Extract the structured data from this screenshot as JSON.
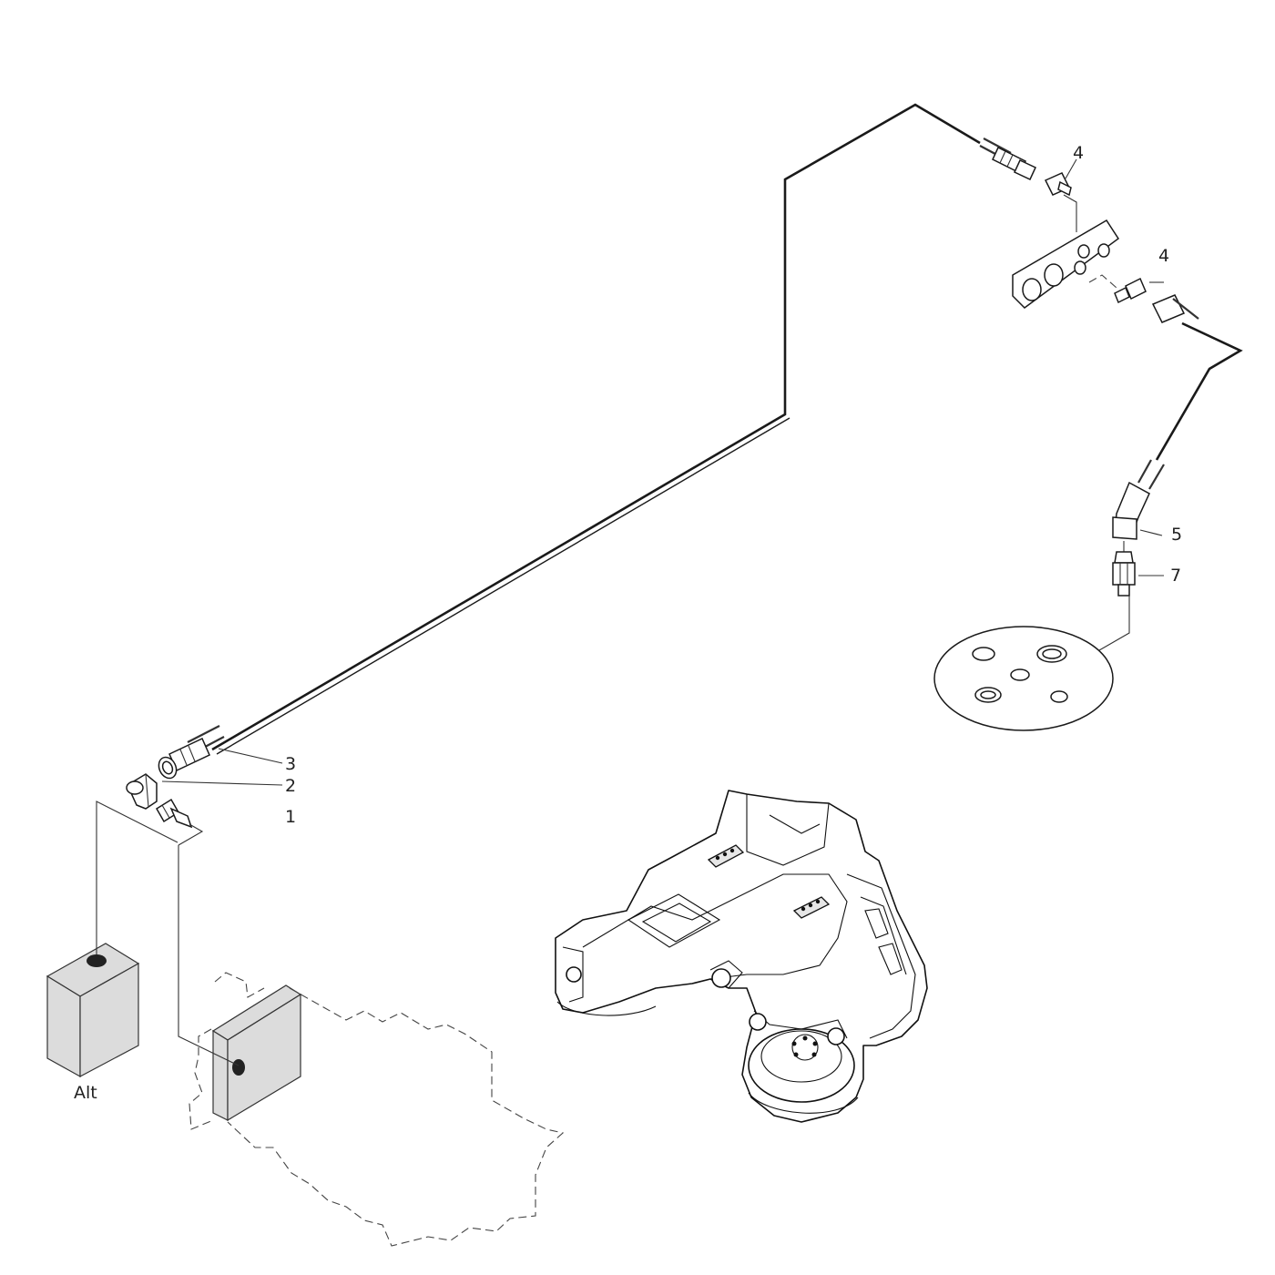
{
  "callouts": [
    {
      "id": "c-4a",
      "label": "4"
    },
    {
      "id": "c-4b",
      "label": "4"
    },
    {
      "id": "c-5",
      "label": "5"
    },
    {
      "id": "c-7",
      "label": "7"
    },
    {
      "id": "c-3",
      "label": "3"
    },
    {
      "id": "c-2",
      "label": "2"
    },
    {
      "id": "c-1",
      "label": "1"
    }
  ],
  "captions": {
    "alternator": "Alt"
  },
  "colors": {
    "line": "#1a1a1a",
    "block_fill": "#dcdcdc",
    "port_fill": "#222222"
  }
}
